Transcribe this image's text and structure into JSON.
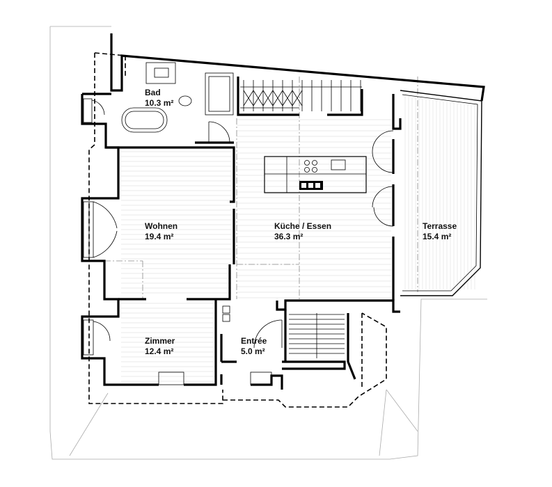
{
  "plan": {
    "rooms": [
      {
        "id": "bad",
        "name": "Bad",
        "area": "10.3 m²"
      },
      {
        "id": "wohnen",
        "name": "Wohnen",
        "area": "19.4 m²"
      },
      {
        "id": "kueche",
        "name": "Küche / Essen",
        "area": "36.3 m²"
      },
      {
        "id": "terrasse",
        "name": "Terrasse",
        "area": "15.4 m²"
      },
      {
        "id": "zimmer",
        "name": "Zimmer",
        "area": "12.4 m²"
      },
      {
        "id": "entree",
        "name": "Entrée",
        "area": "5.0 m²"
      }
    ],
    "colors": {
      "wall": "#000000",
      "floor_lines": "#e3e3e3",
      "roof": "#999999"
    }
  }
}
